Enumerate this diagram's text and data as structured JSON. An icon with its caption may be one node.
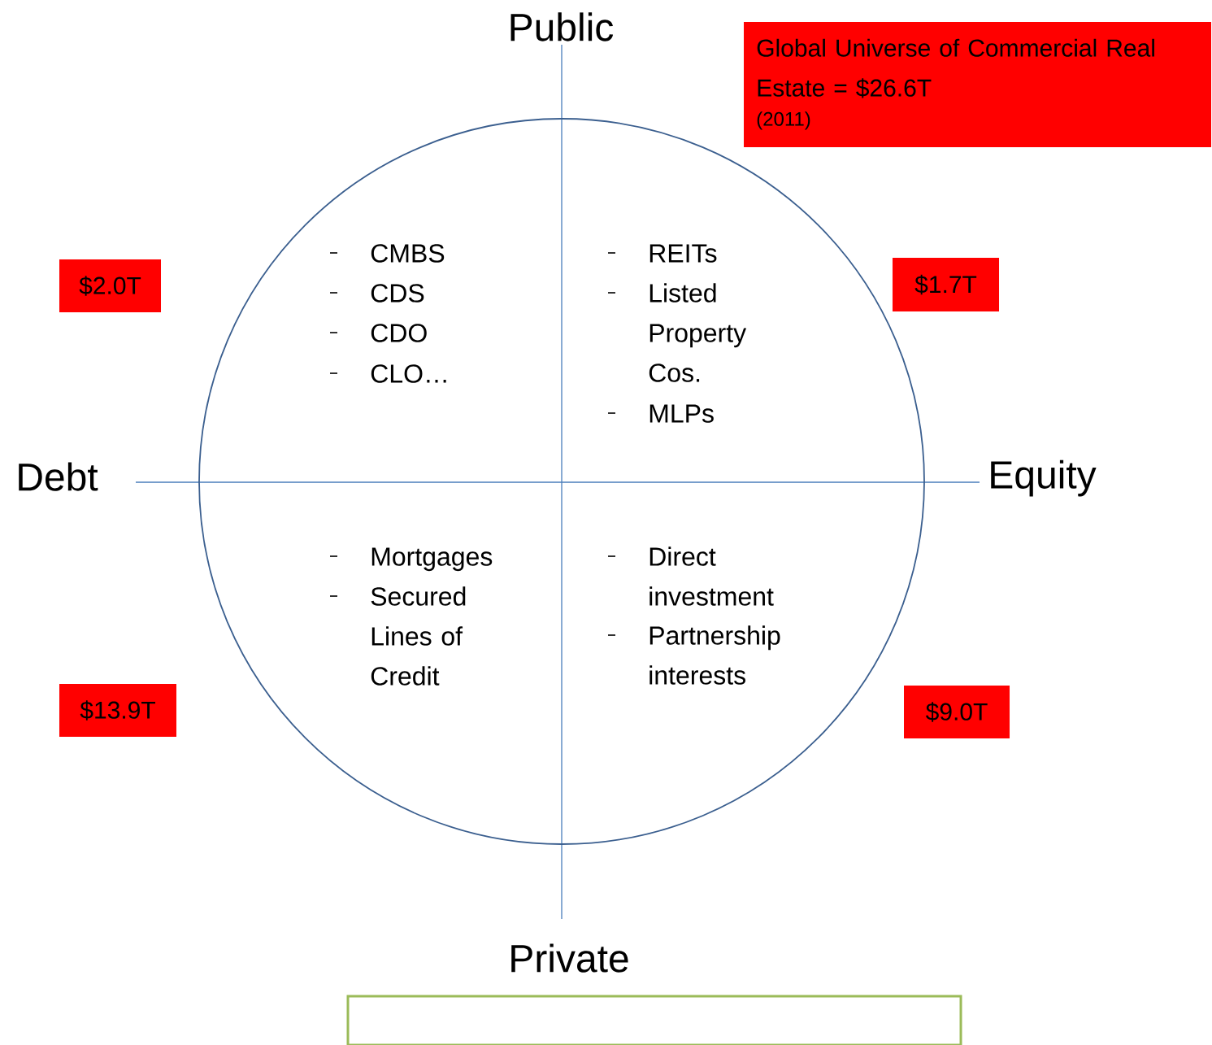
{
  "diagram": {
    "nodes": [
      {
        "text": [
          "Global Universe of Commercial Real Estate = $26.6T",
          "(2011)"
        ]
      },
      {
        "text": [
          "CMBS",
          "CDS",
          "CDO",
          "CLO…",
          "REITs",
          "Listed Property Cos.",
          "MLPs",
          "Mortgages",
          "Secured Lines of Credit",
          "Direct investment",
          "Partnership interests"
        ]
      },
      {
        "text": [
          "$2.0T"
        ]
      },
      {
        "text": [
          "$1.7T"
        ]
      },
      {
        "text": [
          "$13.9T"
        ]
      },
      {
        "text": [
          "$9.0T"
        ]
      },
      {
        "text": [],
        "shape": "box"
      }
    ],
    "labels": [
      "Public",
      "Debt",
      "Equity",
      "Private"
    ]
  }
}
